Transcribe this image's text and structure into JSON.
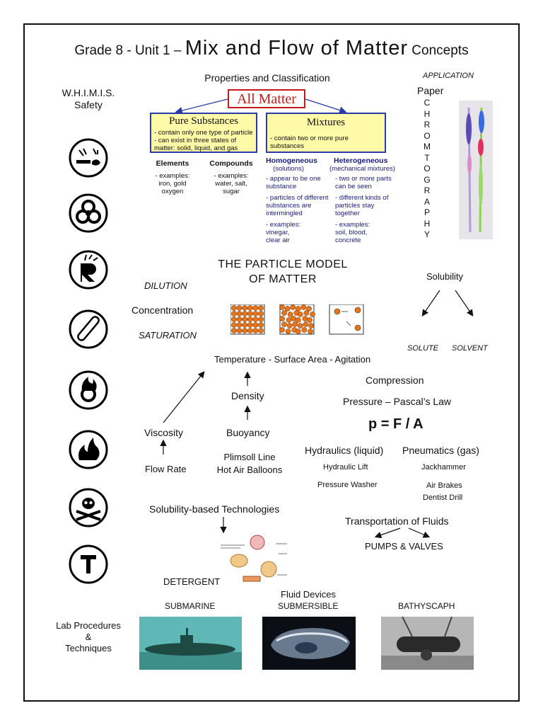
{
  "title": {
    "prefix": "Grade 8 - Unit 1 – ",
    "main": "Mix and Flow of Matter",
    "suffix": " Concepts"
  },
  "whmis": {
    "label": "W.H.I.M.I.S.\nSafety",
    "symbols": [
      "oxidizing-corrosive-icon",
      "biohazard-icon",
      "reactive-icon",
      "compressed-gas-icon",
      "oxidizer-icon",
      "flammable-icon",
      "poison-icon",
      "toxic-t-icon"
    ]
  },
  "classification": {
    "heading": "Properties and Classification",
    "all_matter": "All Matter",
    "pure": {
      "title": "Pure Substances",
      "text": "- contain only one type of particle\n- can exist in three states of matter: solid, liquid, and gas"
    },
    "mixtures": {
      "title": "Mixtures",
      "text": "- contain two or more pure substances"
    },
    "elements": {
      "title": "Elements",
      "text": "- examples:\niron, gold\noxygen"
    },
    "compounds": {
      "title": "Compounds",
      "text": "- examples:\nwater, salt,\nsugar"
    },
    "homogeneous": {
      "title": "Homogeneous",
      "sub": "(solutions)",
      "points": [
        "- appear to be one substance",
        "- particles of different substances are intermingled",
        "- examples:\nvinegar,\nclear air"
      ]
    },
    "heterogeneous": {
      "title": "Heterogeneous",
      "sub": "(mechanical mixtures)",
      "points": [
        "- two or more parts can be seen",
        "- different kinds of particles stay together",
        "- examples:\nsoil, blood,\nconcrete"
      ]
    }
  },
  "application": {
    "label": "APPLICATION",
    "word": "Paper",
    "letters": [
      "C",
      "H",
      "R",
      "O",
      "M",
      "T",
      "O",
      "G",
      "R",
      "A",
      "P",
      "H",
      "Y"
    ]
  },
  "particle_model": {
    "title": "THE PARTICLE MODEL\nOF MATTER"
  },
  "left_terms": {
    "dilution": "DILUTION",
    "concentration": "Concentration",
    "saturation": "SATURATION"
  },
  "solubility": {
    "label": "Solubility",
    "solute": "SOLUTE",
    "solvent": "SOLVENT"
  },
  "factors": "Temperature - Surface Area - Agitation",
  "density": "Density",
  "buoyancy": "Buoyancy",
  "viscosity": "Viscosity",
  "flow_rate": "Flow Rate",
  "plimsoll": "Plimsoll Line\nHot Air Balloons",
  "compression": "Compression",
  "pressure": "Pressure – Pascal’s Law",
  "formula": "p = F / A",
  "hydraulics": {
    "title": "Hydraulics (liquid)",
    "items": [
      "Hydraulic Lift",
      "Pressure Washer"
    ]
  },
  "pneumatics": {
    "title": "Pneumatics (gas)",
    "items": [
      "Jackhammer",
      "Air Brakes",
      "Dentist Drill"
    ]
  },
  "solubility_tech": "Solubility-based Technologies",
  "detergent": "DETERGENT",
  "transport": {
    "title": "Transportation of Fluids",
    "sub": "PUMPS & VALVES"
  },
  "fluid_devices": {
    "title": "Fluid Devices",
    "submarine": "SUBMARINE",
    "submersible": "SUBMERSIBLE",
    "bathyscaph": "BATHYSCAPH"
  },
  "lab": "Lab Procedures\n&\nTechniques",
  "colors": {
    "box_fill": "#fffaa8",
    "box_border": "#2a3aa8",
    "all_matter": "#c81a1a",
    "particle": "#e8741a",
    "subtext": "#1a1a80"
  }
}
